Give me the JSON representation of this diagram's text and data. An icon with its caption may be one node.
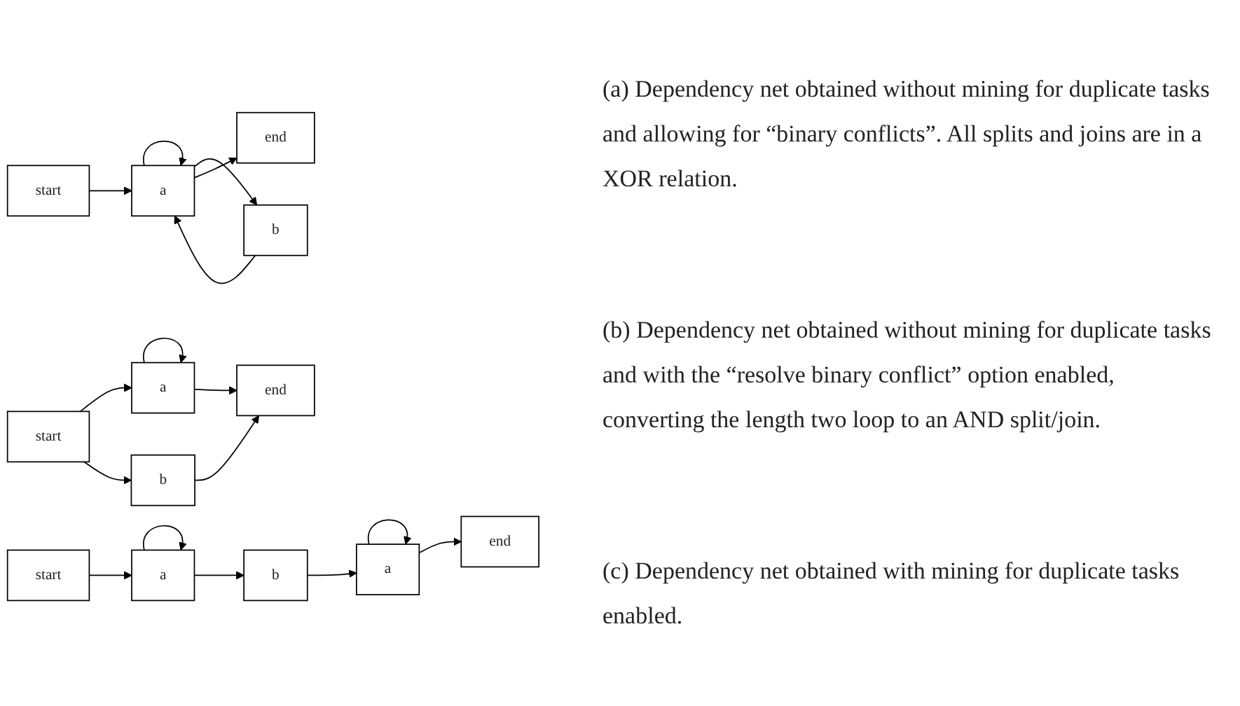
{
  "diagram": {
    "nodes": [
      {
        "text": [
          "start"
        ]
      },
      {
        "text": [
          "a"
        ]
      },
      {
        "text": [
          "b"
        ]
      },
      {
        "text": [
          "end"
        ]
      },
      {
        "text": [
          "start"
        ]
      },
      {
        "text": [
          "a"
        ]
      },
      {
        "text": [
          "b"
        ]
      },
      {
        "text": [
          "end"
        ]
      },
      {
        "text": [
          "start"
        ]
      },
      {
        "text": [
          "a"
        ]
      },
      {
        "text": [
          "b"
        ]
      },
      {
        "text": [
          "a"
        ]
      },
      {
        "text": [
          "end"
        ]
      }
    ],
    "edges": [
      {
        "from": 0,
        "to": 1,
        "arrow": "to"
      },
      {
        "from": 1,
        "to": 1,
        "arrow": "to"
      },
      {
        "from": 2,
        "to": 1,
        "arrow": "to"
      },
      {
        "from": 1,
        "to": 2,
        "arrow": "to"
      },
      {
        "from": 1,
        "to": 3,
        "arrow": "to"
      },
      {
        "from": 5,
        "to": 5,
        "arrow": "to"
      },
      {
        "from": 4,
        "to": 5,
        "arrow": "to"
      },
      {
        "from": 4,
        "to": 6,
        "arrow": "to"
      },
      {
        "from": 5,
        "to": 7,
        "arrow": "to"
      },
      {
        "from": 6,
        "to": 7,
        "arrow": "to"
      },
      {
        "from": 8,
        "to": 9,
        "arrow": "to"
      },
      {
        "from": 9,
        "to": 9,
        "arrow": "to"
      },
      {
        "from": 9,
        "to": 10,
        "arrow": "to"
      },
      {
        "from": 10,
        "to": 11,
        "arrow": "to"
      },
      {
        "from": 11,
        "to": 11,
        "arrow": "to"
      },
      {
        "from": 11,
        "to": 12,
        "arrow": "to"
      }
    ],
    "labels": [
      "(a) Dependency net obtained without mining for duplicate tasks and allowing for “binary conflicts”. All splits and joins are in a XOR relation.",
      "(b) Dependency net obtained without mining for duplicate tasks and with the “resolve binary conflict” option enabled, converting the length two loop to an AND split/join.",
      "(c) Dependency net obtained with mining for duplicate tasks enabled."
    ]
  }
}
